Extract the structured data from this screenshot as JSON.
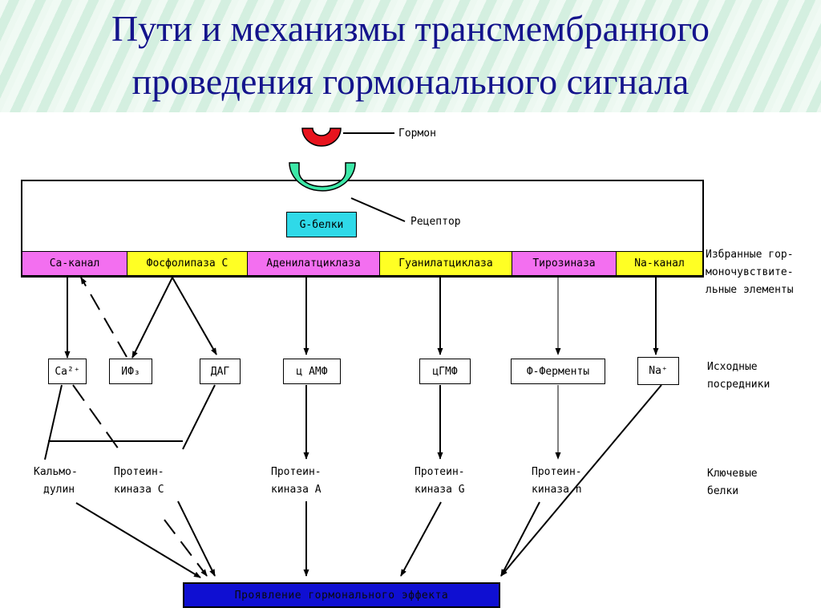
{
  "title": {
    "line1": "Пути и механизмы трансмембранного",
    "line2": "проведения гормонального сигнала"
  },
  "hormone_label": "Гормон",
  "receptor_label": "Рецептор",
  "g_proteins": "G-белки",
  "enzymes": [
    {
      "label": "Са-канал",
      "color": "#f36ff0"
    },
    {
      "label": "Фосфолипаза С",
      "color": "#ffff24"
    },
    {
      "label": "Аденилатциклаза",
      "color": "#f36ff0"
    },
    {
      "label": "Гуанилатциклаза",
      "color": "#ffff24"
    },
    {
      "label": "Тирозиназа",
      "color": "#f36ff0"
    },
    {
      "label": "Na-канал",
      "color": "#ffff24"
    }
  ],
  "mediators": [
    "Са²⁺",
    "ИФ₃",
    "ДАГ",
    "ц АМФ",
    "цГМФ",
    "Ф-Ферменты",
    "Na⁺"
  ],
  "key_proteins": [
    {
      "line1": "Кальмо-",
      "line2": "дулин"
    },
    {
      "line1": "Протеин-",
      "line2": "киназа С"
    },
    {
      "line1": "Протеин-",
      "line2": "киназа А"
    },
    {
      "line1": "Протеин-",
      "line2": "киназа G"
    },
    {
      "line1": "Протеин-",
      "line2": "киназа n"
    }
  ],
  "side_labels": {
    "selected": [
      "Избранные гор-",
      "моночувствите-",
      "льные элементы"
    ],
    "initial": [
      "Исходные",
      "посредники"
    ],
    "key": [
      "Ключевые",
      "белки"
    ]
  },
  "final_effect": "Проявление гормонального эффекта",
  "colors": {
    "title": "#14148c",
    "hormone": "#e8141e",
    "receptor": "#3de8a8",
    "g_proteins": "#2fd9e8",
    "final_box": "#0f0fd2"
  }
}
